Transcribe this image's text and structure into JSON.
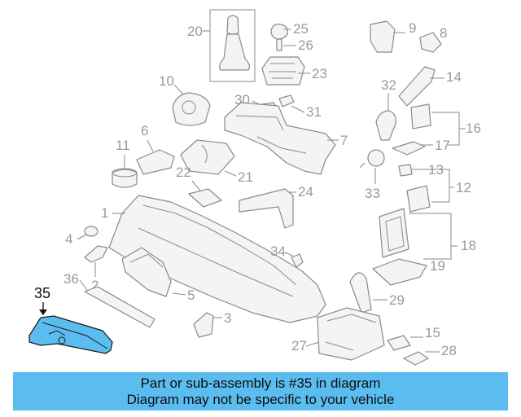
{
  "callouts": {
    "c1": "1",
    "c2": "2",
    "c3": "3",
    "c4": "4",
    "c5": "5",
    "c6": "6",
    "c7": "7",
    "c8": "8",
    "c9": "9",
    "c10": "10",
    "c11": "11",
    "c12": "12",
    "c13": "13",
    "c14": "14",
    "c15": "15",
    "c16": "16",
    "c17": "17",
    "c18": "18",
    "c19": "19",
    "c20": "20",
    "c21": "21",
    "c22": "22",
    "c23": "23",
    "c24": "24",
    "c25": "25",
    "c26": "26",
    "c27": "27",
    "c28": "28",
    "c29": "29",
    "c30": "30",
    "c31": "31",
    "c32": "32",
    "c33": "33",
    "c34": "34",
    "c35": "35",
    "c36": "36"
  },
  "highlight": {
    "part_number": "35",
    "color": "#5bbcf0"
  },
  "banner": {
    "line1": "Part or sub-assembly is #35 in diagram",
    "line2": "Diagram may not be specific to your vehicle"
  },
  "colors": {
    "banner_bg": "#5bbcf0",
    "linework": "#8a8a8a",
    "label_gray": "#9a9a9a",
    "highlight_part": "#5bbcf0"
  }
}
